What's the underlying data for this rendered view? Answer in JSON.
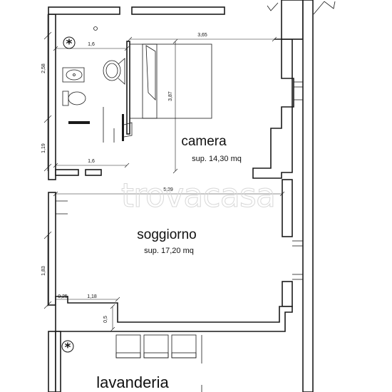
{
  "rooms": {
    "camera": {
      "name": "camera",
      "area": "sup. 14,30 mq"
    },
    "soggiorno": {
      "name": "soggiorno",
      "area": "sup. 17,20 mq"
    },
    "lavanderia": {
      "name": "lavanderia"
    }
  },
  "dimensions": {
    "bath_width": "1,6",
    "bath_height": "2,58",
    "bedroom_width": "3,65",
    "bedroom_height": "3,87",
    "hall_height": "1,19",
    "hall_width": "1,6",
    "living_width": "5,39",
    "living_height": "1,83",
    "niche_a": "0,25",
    "niche_b": "1,18",
    "niche_c": "0,5"
  },
  "symbols": {
    "asterisk_glyph": "*"
  },
  "watermark": "trovacasa"
}
